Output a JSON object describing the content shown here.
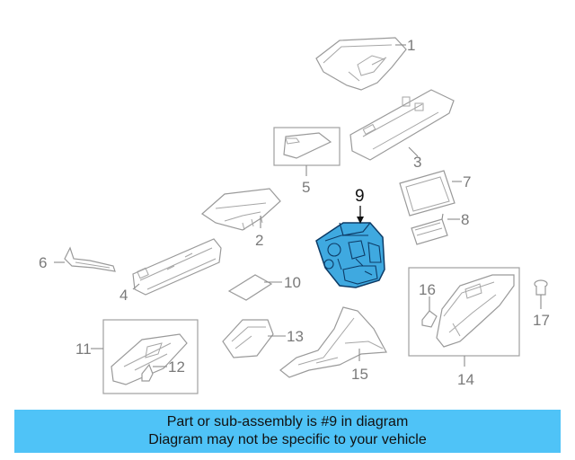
{
  "callouts": {
    "c1": "1",
    "c2": "2",
    "c3": "3",
    "c4": "4",
    "c5": "5",
    "c6": "6",
    "c7": "7",
    "c8": "8",
    "c9": "9",
    "c10": "10",
    "c11": "11",
    "c12": "12",
    "c13": "13",
    "c14": "14",
    "c15": "15",
    "c16": "16",
    "c17": "17"
  },
  "highlight_color": "#3fa9e0",
  "banner": {
    "line1": "Part or sub-assembly is #9 in diagram",
    "line2": "Diagram may not be specific to your vehicle",
    "color": "#4fc3f7"
  }
}
